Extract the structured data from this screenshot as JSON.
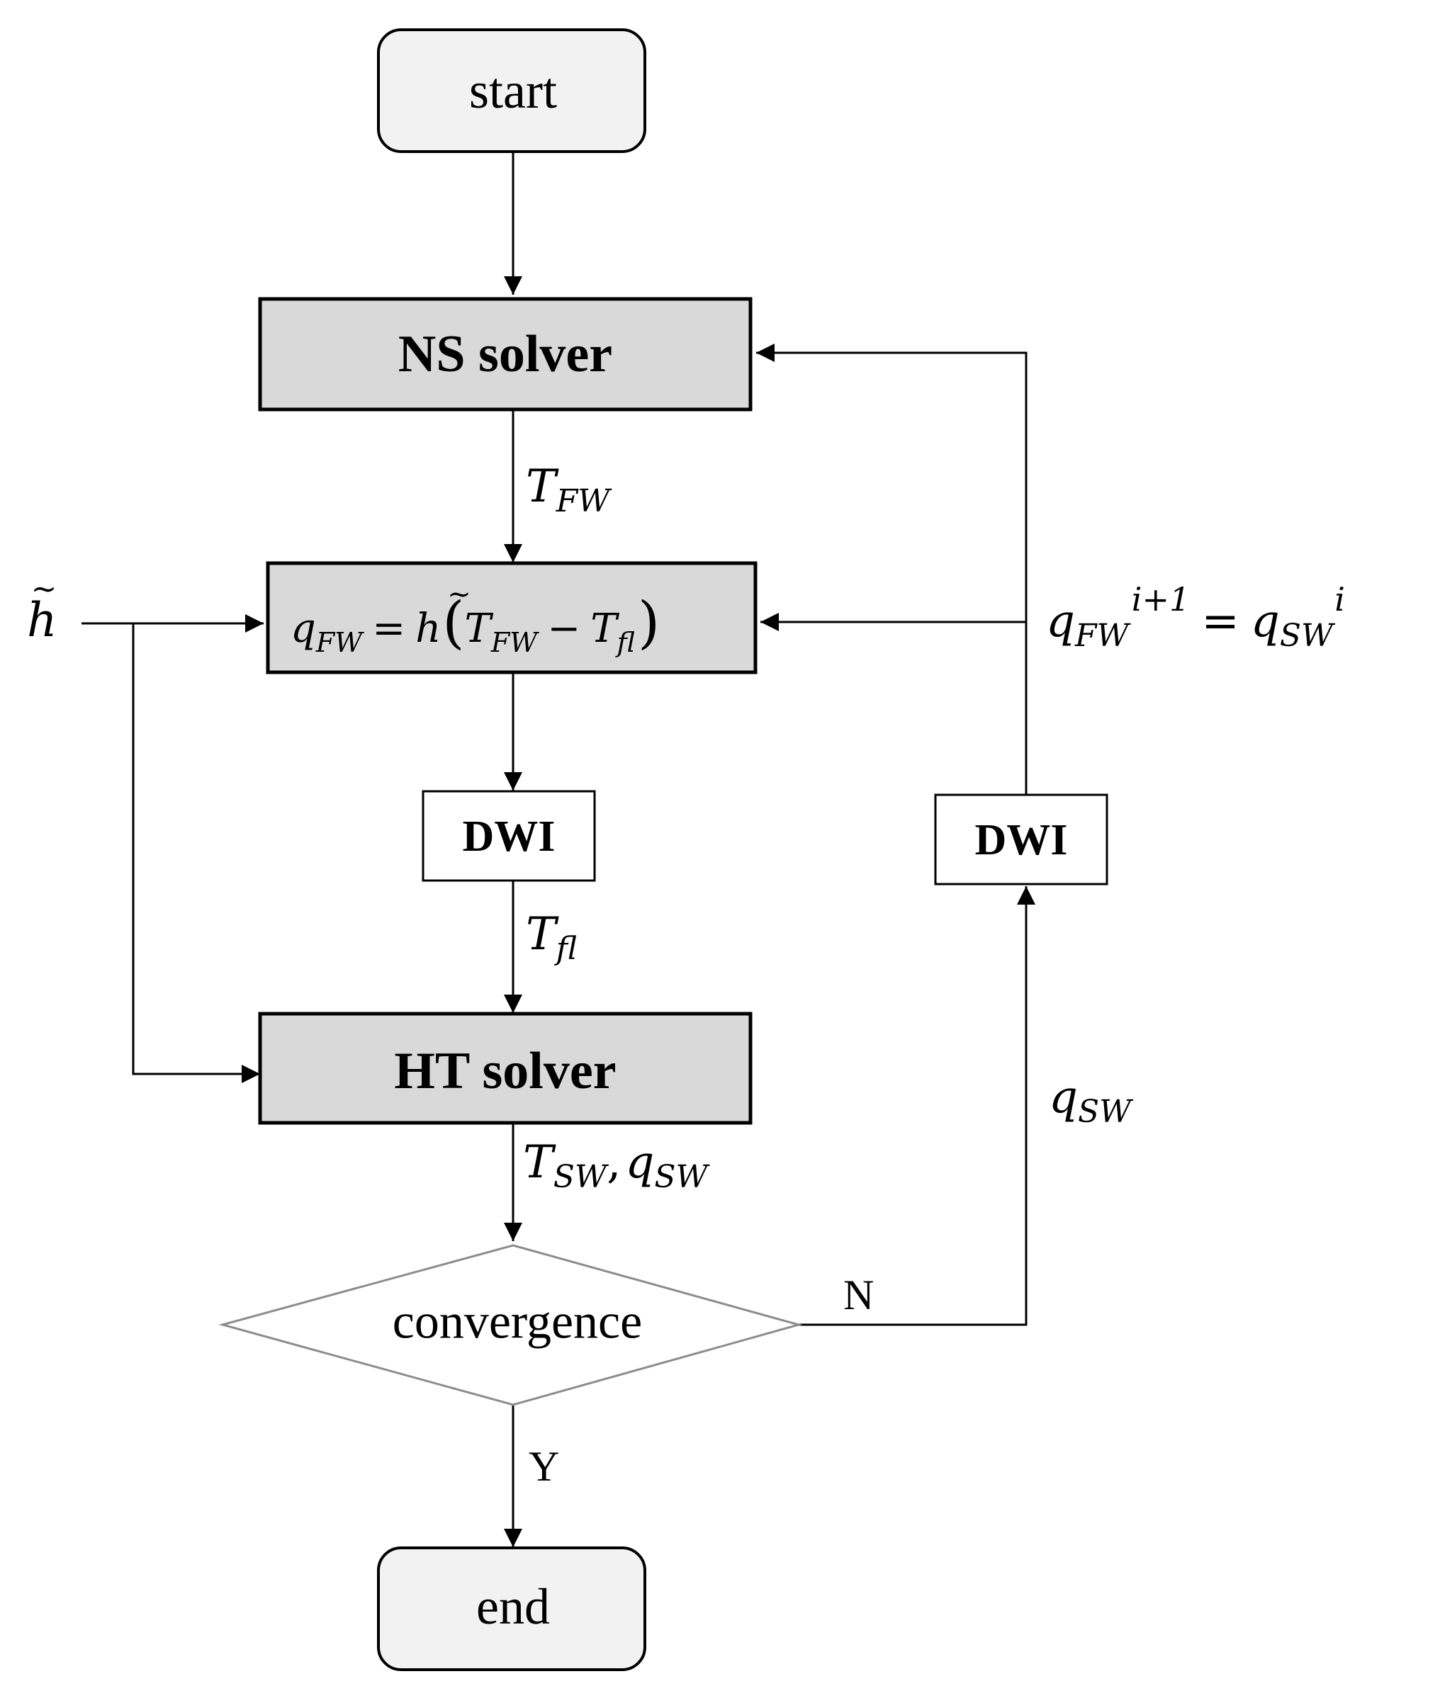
{
  "nodes": {
    "start": {
      "label": "start"
    },
    "ns_solver": {
      "label": "NS solver"
    },
    "flux_eq": {
      "lhs_base": "q",
      "lhs_sub": "FW",
      "eq": "=",
      "htilde": "h",
      "tilde": "~",
      "open_paren": "(",
      "t1_base": "T",
      "t1_sub": "FW",
      "minus": "−",
      "t2_base": "T",
      "t2_sub": "fl",
      "close_paren": ")"
    },
    "dwi_left": {
      "label": "DWI"
    },
    "dwi_right": {
      "label": "DWI"
    },
    "ht_solver": {
      "label": "HT solver"
    },
    "convergence": {
      "label": "convergence"
    },
    "end": {
      "label": "end"
    }
  },
  "edge_labels": {
    "t_fw": {
      "base": "T",
      "sub": "FW"
    },
    "t_fl": {
      "base": "T",
      "sub": "fl"
    },
    "t_sw_q_sw": {
      "t_base": "T",
      "t_sub": "SW",
      "comma": ",",
      "q_base": "q",
      "q_sub": "SW"
    },
    "q_sw": {
      "base": "q",
      "sub": "SW"
    },
    "h_tilde": {
      "base": "h",
      "tilde": "~"
    },
    "update": {
      "lhs_base": "q",
      "lhs_sub": "FW",
      "lhs_sup": "i+1",
      "eq": "=",
      "rhs_base": "q",
      "rhs_sub": "SW",
      "rhs_sup": "i"
    },
    "no": "N",
    "yes": "Y"
  },
  "colors": {
    "solver_fill": "#d9d9d9",
    "terminal_fill": "#f2f2f2",
    "stroke": "#000000",
    "diamond_stroke": "#8c8c8c"
  }
}
